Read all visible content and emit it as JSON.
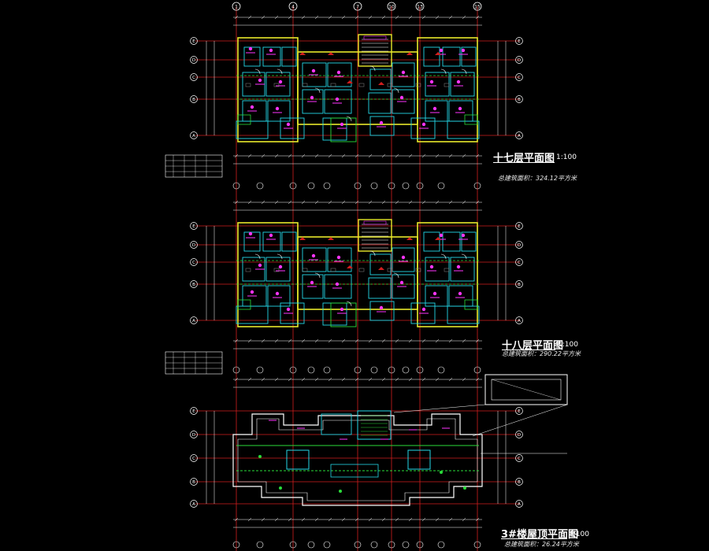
{
  "colors": {
    "background": "#000000",
    "axis": "#d21e1e",
    "wall": "#e8e82a",
    "partition": "#24d8e8",
    "green": "#2adc3a",
    "magenta": "#ff34ff",
    "white": "#ffffff",
    "gray": "#8a8a8a"
  },
  "axis_labels": {
    "top": [
      "1",
      "4",
      "7",
      "10",
      "13",
      "15"
    ],
    "left": [
      "E",
      "D",
      "C",
      "B",
      "A"
    ],
    "right": [
      "E",
      "D",
      "C",
      "B",
      "A"
    ]
  },
  "plans": [
    {
      "title": "十七层平面图",
      "scale": "1:100",
      "area": "总建筑面积：324.12平方米"
    },
    {
      "title": "十八层平面图",
      "scale": "1:100",
      "area": "总建筑面积：290.22平方米"
    },
    {
      "title": "3#楼屋顶平面图",
      "scale": "1:100",
      "area": "总建筑面积：26.24平方米"
    }
  ]
}
